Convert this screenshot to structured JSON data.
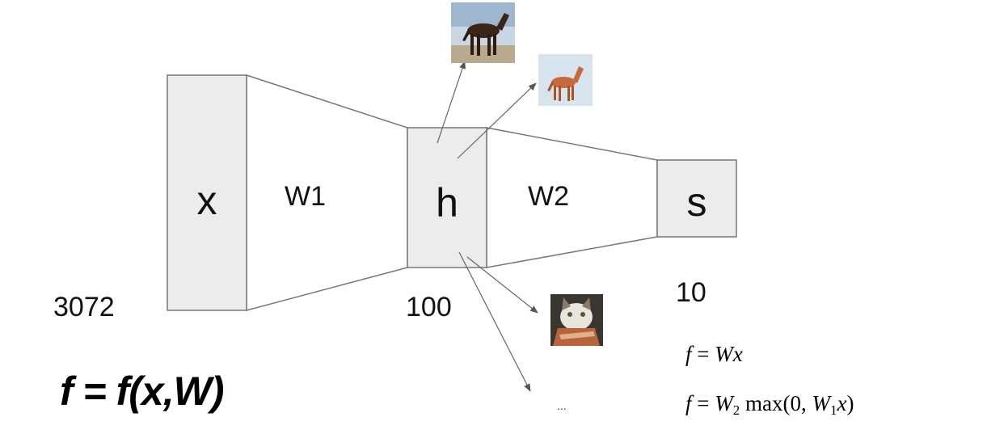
{
  "diagram": {
    "nodes": {
      "x": {
        "label": "x",
        "size_label": "3072"
      },
      "h": {
        "label": "h",
        "size_label": "100"
      },
      "s": {
        "label": "s",
        "size_label": "10"
      }
    },
    "weights": {
      "w1": "W1",
      "w2": "W2"
    },
    "images": [
      {
        "name": "horse-dark-image",
        "depicts": "horse"
      },
      {
        "name": "horse-red-image",
        "depicts": "horse"
      },
      {
        "name": "cat-image",
        "depicts": "cat"
      }
    ],
    "ellipsis": "...",
    "formula": "f = f(x,W)",
    "equations": {
      "linear": {
        "lhs": "f",
        "eq": " = ",
        "w": "W",
        "x": "x"
      },
      "two_layer": {
        "lhs": "f",
        "eq": " = ",
        "w2": "W",
        "w2_sub": "2",
        "max": " max(0, ",
        "w1": "W",
        "w1_sub": "1",
        "x": "x",
        "close": ")"
      }
    }
  }
}
